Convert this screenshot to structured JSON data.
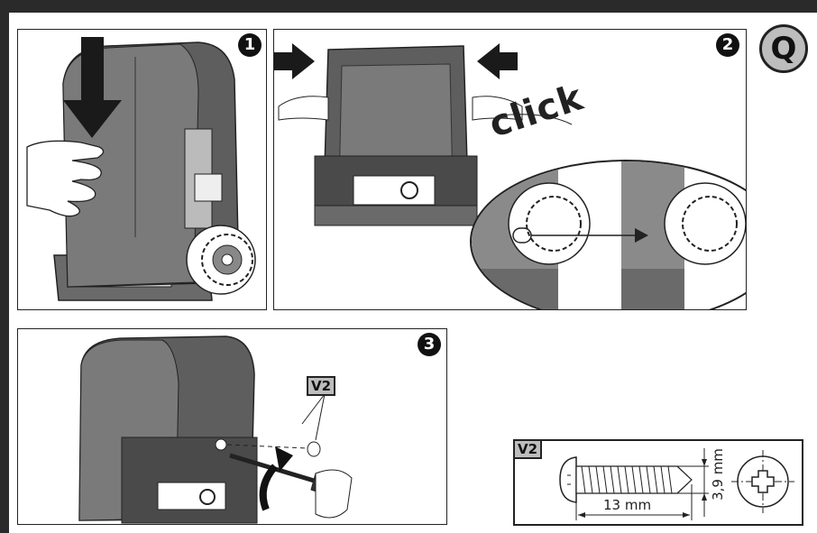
{
  "section_label": "Q",
  "steps": [
    {
      "number": "1"
    },
    {
      "number": "2"
    },
    {
      "number": "3"
    }
  ],
  "click_text": "click",
  "screw_callout": "V2",
  "screw_detail": {
    "label": "V2",
    "length": "13 mm",
    "diameter": "3,9 mm"
  },
  "colors": {
    "frame": "#2a2a2a",
    "badge_fill": "#bdbdbd",
    "housing": "#5e5e5e",
    "housing_light": "#8a8a8a",
    "arrow": "#1a1a1a"
  }
}
